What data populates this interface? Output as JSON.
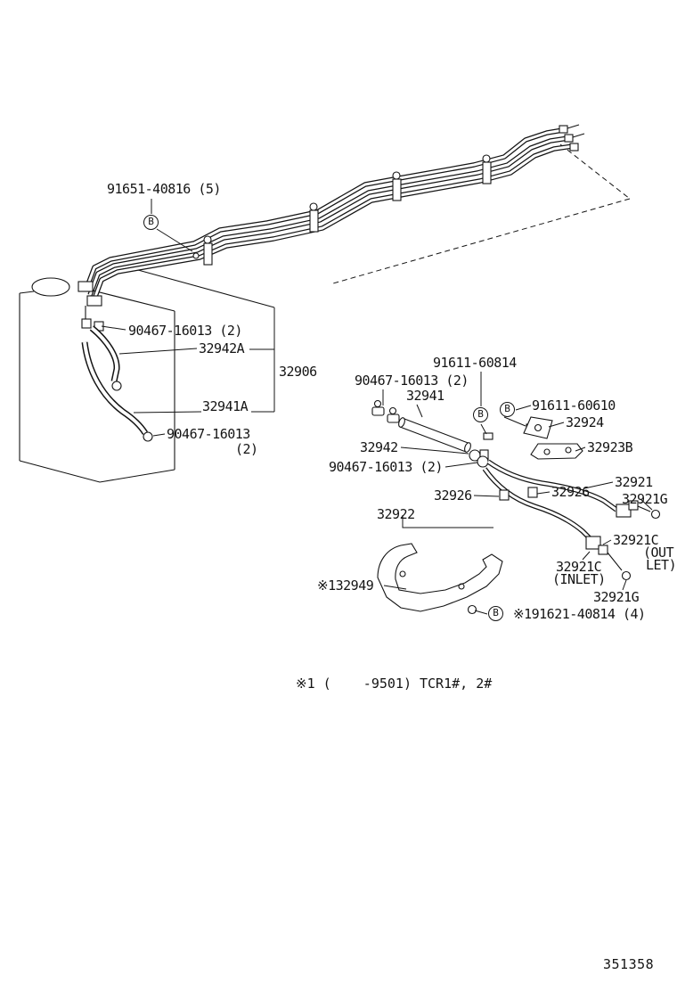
{
  "page": {
    "footnote": "※1 (    -9501) TCR1#, 2#",
    "diagram_number": "351358",
    "line_color": "#141414",
    "background_color": "#ffffff"
  },
  "markers": {
    "b": "B"
  },
  "labels": {
    "bolt_91651": "91651-40816 (5)",
    "clip_90467_a": "90467-16013 (2)",
    "hose_32942A": "32942A",
    "tube_assy_32906": "32906",
    "hose_32941A": "32941A",
    "clip_90467_b1": "90467-16013",
    "clip_90467_b2": "(2)",
    "bolt_91611_60814": "91611-60814",
    "clip_90467_c": "90467-16013 (2)",
    "hose_32941": "32941",
    "bolt_91611_60610": "91611-60610",
    "bracket_32924": "32924",
    "clamp_32942": "32942",
    "bracket_32923B": "32923B",
    "clip_90467_d": "90467-16013 (2)",
    "tube_32921": "32921",
    "union_32926_left": "32926",
    "union_32926_right": "32926",
    "gasket_32921G_top": "32921G",
    "tube_32922": "32922",
    "union_32921C_outlet": "32921C",
    "outlet_caption_line1": "(OUT",
    "outlet_caption_line2": "LET)",
    "union_32921C_inlet": "32921C",
    "inlet_caption": "(INLET)",
    "gasket_32921G_bottom": "32921G",
    "bracket_132949": "※132949",
    "bolt_191621": "※191621-40814 (4)"
  }
}
